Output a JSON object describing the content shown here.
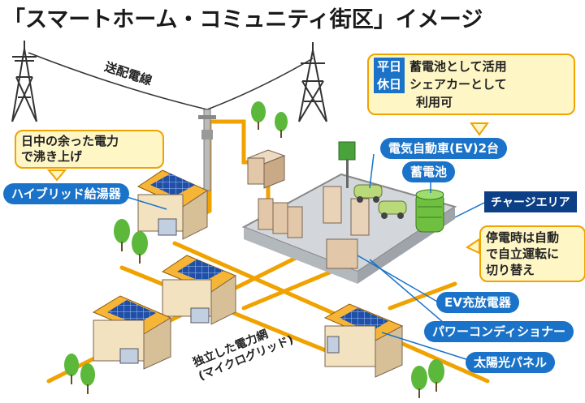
{
  "title": "「スマートホーム・コミュニティ街区」イメージ",
  "labels": {
    "power_line": "送配電線",
    "grid_line1": "独立した電力網",
    "grid_line2": "(マイクログリッド)"
  },
  "callouts": {
    "surplus_line1": "日中の余った電力",
    "surplus_line2": "で沸き上げ",
    "weekday_badge": "平日",
    "weekday_text": "蓄電池として活用",
    "holiday_badge": "休日",
    "holiday_text1": "シェアカーとして",
    "holiday_text2": "利用可",
    "outage_line1": "停電時は自動",
    "outage_line2": "で自立運転に",
    "outage_line3": "切り替え"
  },
  "pills": {
    "ev": "電気自動車(EV)2台",
    "battery": "蓄電池",
    "hybrid_heater": "ハイブリッド給湯器",
    "ev_charger": "EV充放電器",
    "power_conditioner": "パワーコンディショナー",
    "solar_panel": "太陽光パネル"
  },
  "charge_area": "チャージエリア",
  "colors": {
    "accent_blue": "#1a73c8",
    "dark_blue": "#0c3f86",
    "grid_orange": "#f0a200",
    "callout_fill": "#fff6c6",
    "ground_green": "#5cb83a"
  }
}
